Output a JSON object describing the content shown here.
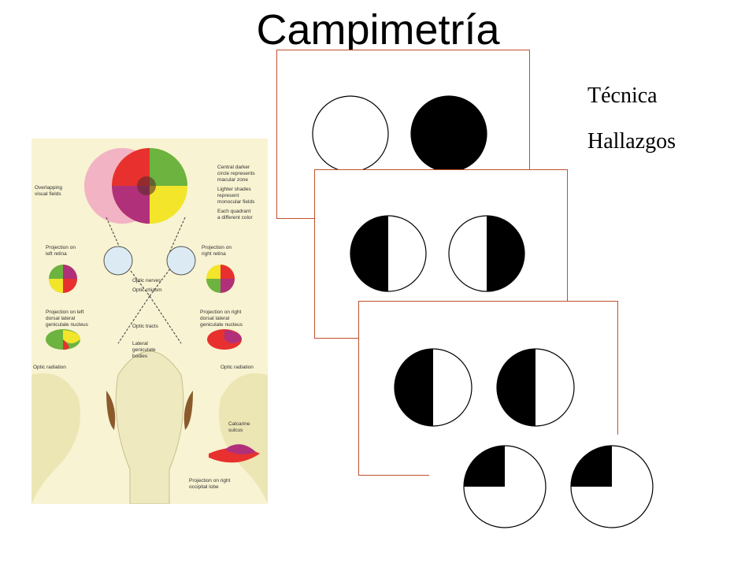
{
  "title": "Campimetría",
  "menu": {
    "items": [
      {
        "label": "Técnica"
      },
      {
        "label": "Hallazgos"
      }
    ]
  },
  "illustration": {
    "labels": {
      "overlapping": [
        "Overlapping",
        "visual fields"
      ],
      "central": [
        "Central darker",
        "circle represents",
        "macular zone"
      ],
      "lighter": [
        "Lighter shades",
        "represent",
        "monocular fields"
      ],
      "quadrant": [
        "Each quadrant",
        "a different color"
      ],
      "proj_left_retina": [
        "Projection on",
        "left retina"
      ],
      "proj_right_retina": [
        "Projection on",
        "right retina"
      ],
      "optic_nerves": "Optic nerves",
      "optic_chiasm": "Optic chiasm",
      "proj_left_lgn": [
        "Projection on left",
        "dorsal lateral",
        "geniculate nucleus"
      ],
      "proj_right_lgn": [
        "Projection on right",
        "dorsal lateral",
        "geniculate nucleus"
      ],
      "optic_tracts": "Optic tracts",
      "lateral_geniculate": [
        "Lateral",
        "geniculate",
        "bodies"
      ],
      "optic_radiation_left": "Optic radiation",
      "optic_radiation_right": "Optic radiation",
      "calcarine": [
        "Calcarine",
        "sulcus"
      ],
      "proj_occipital": [
        "Projection on right",
        "occipital lobe"
      ]
    }
  },
  "colors": {
    "card_border": "#c0502d",
    "red": "#e8312e",
    "green": "#6cb33f",
    "yellow": "#f2e52a",
    "magenta": "#b0307a",
    "pink": "#f2b3c4",
    "paper": "#f8f3d2"
  }
}
